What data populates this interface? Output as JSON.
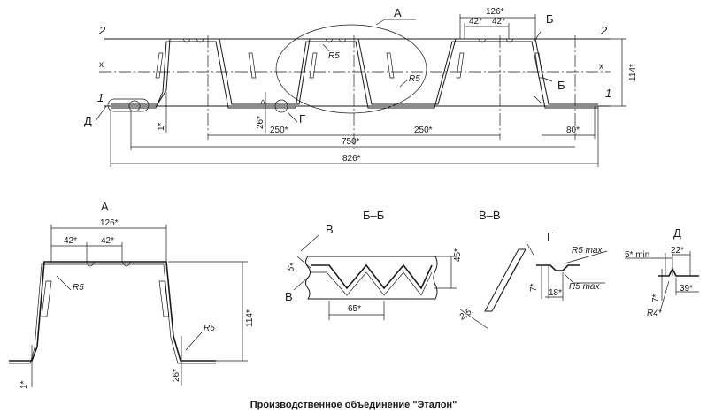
{
  "footer": {
    "company": "Производственное объединение \"Эталон\""
  },
  "main_view": {
    "line_labels": {
      "top": "2",
      "top_right": "2",
      "bottom": "1",
      "bottom_right": "1",
      "axis_left": "x",
      "axis_right": "x"
    },
    "callouts": {
      "a": "А",
      "b_top": "Б",
      "b_bottom": "Б",
      "g": "Г",
      "d": "Д"
    },
    "radius_labels": {
      "r1": "R5",
      "r2": "R5"
    },
    "dims": {
      "top_126": "126*",
      "top_42a": "42*",
      "top_42b": "42*",
      "height_114": "114*",
      "thk_1": "1*",
      "h_26": "26*",
      "p_250a": "250*",
      "p_250b": "250*",
      "w_750": "750*",
      "w_80": "80*",
      "w_826": "826*"
    }
  },
  "detail_a": {
    "title": "А",
    "dims": {
      "top_126": "126*",
      "d42a": "42*",
      "d42b": "42*",
      "h114": "114*",
      "h26": "26*",
      "thk": "1*"
    },
    "radius_labels": {
      "r1": "R5",
      "r2": "R5"
    }
  },
  "section_bb": {
    "title": "Б–Б",
    "dims": {
      "h45": "45*",
      "w65": "65*",
      "thk5": "5*"
    },
    "cut_labels": {
      "top": "В",
      "bottom": "В"
    }
  },
  "section_vv": {
    "title": "В–В",
    "dims": {
      "thk": "2,5"
    }
  },
  "detail_g": {
    "title": "Г",
    "dims": {
      "r_top": "R5",
      "r_top_suffix": "max",
      "r_bot": "R5",
      "r_bot_suffix": "max",
      "h7": "7*",
      "w18": "18*"
    }
  },
  "detail_d": {
    "title": "Д",
    "dims": {
      "min5": "5* min",
      "w22": "22*",
      "h7": "7*",
      "w39": "39*",
      "r4": "R4*"
    }
  }
}
